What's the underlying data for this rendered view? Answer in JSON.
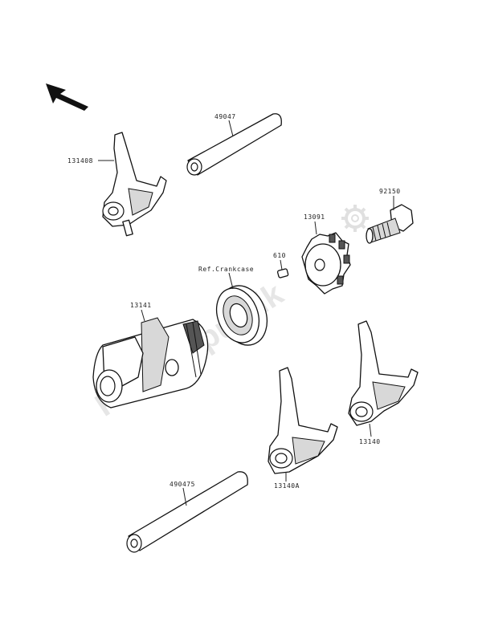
{
  "watermark": {
    "text": "PartsRepublik"
  },
  "orientation_arrow": {
    "icon": "arrow-up-left-icon"
  },
  "parts": [
    {
      "id": "shift-fork-131408",
      "label": "131408"
    },
    {
      "id": "shaft-49047",
      "label": "49047"
    },
    {
      "id": "bolt-92150",
      "label": "92150"
    },
    {
      "id": "pulley-13091",
      "label": "13091"
    },
    {
      "id": "pin-610",
      "label": "610"
    },
    {
      "id": "bearing-crankcase",
      "label": "Ref.Crankcase"
    },
    {
      "id": "drum-13141",
      "label": "13141"
    },
    {
      "id": "shift-fork-13140",
      "label": "13140"
    },
    {
      "id": "shift-fork-13140a",
      "label": "13140A"
    },
    {
      "id": "shaft-49047a",
      "label": "490475"
    }
  ],
  "colors": {
    "line": "#111111",
    "watermark": "#e6e6e6",
    "background": "#ffffff"
  }
}
